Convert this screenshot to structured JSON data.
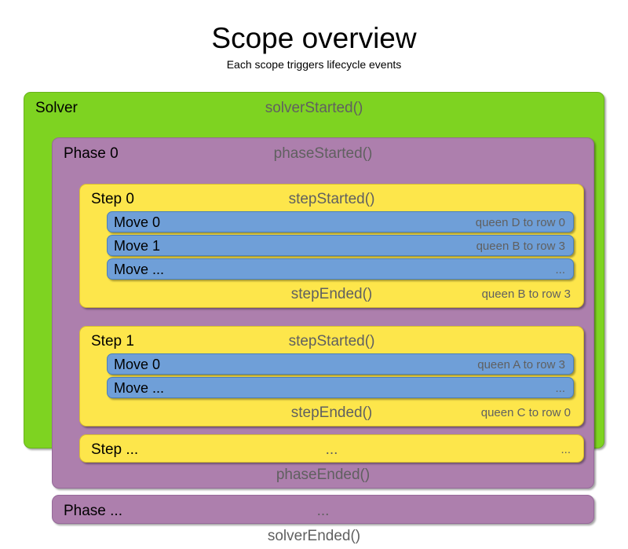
{
  "header": {
    "title": "Scope overview",
    "subtitle": "Each scope triggers lifecycle events"
  },
  "colors": {
    "solver": "#7ed321",
    "phase": "#ad7fad",
    "step": "#fde64b",
    "move": "#6f9fd8",
    "event_text": "#606060",
    "label_text": "#000000",
    "background": "#ffffff"
  },
  "solver": {
    "label": "Solver",
    "started_event": "solverStarted()",
    "ended_event": "solverEnded()",
    "phases": [
      {
        "label": "Phase 0",
        "started_event": "phaseStarted()",
        "ended_event": "phaseEnded()",
        "steps": [
          {
            "label": "Step 0",
            "started_event": "stepStarted()",
            "ended_event": "stepEnded()",
            "ended_detail": "queen B to row 3",
            "moves": [
              {
                "label": "Move 0",
                "detail": "queen D to row 0"
              },
              {
                "label": "Move 1",
                "detail": "queen B to row 3"
              },
              {
                "label": "Move ...",
                "detail": "..."
              }
            ]
          },
          {
            "label": "Step 1",
            "started_event": "stepStarted()",
            "ended_event": "stepEnded()",
            "ended_detail": "queen C to row 0",
            "moves": [
              {
                "label": "Move 0",
                "detail": "queen A to row 3"
              },
              {
                "label": "Move ...",
                "detail": "..."
              }
            ]
          }
        ],
        "ellipsis_step": {
          "label": "Step ...",
          "event": "...",
          "detail": "..."
        }
      }
    ],
    "ellipsis_phase": {
      "label": "Phase ...",
      "event": "..."
    }
  }
}
